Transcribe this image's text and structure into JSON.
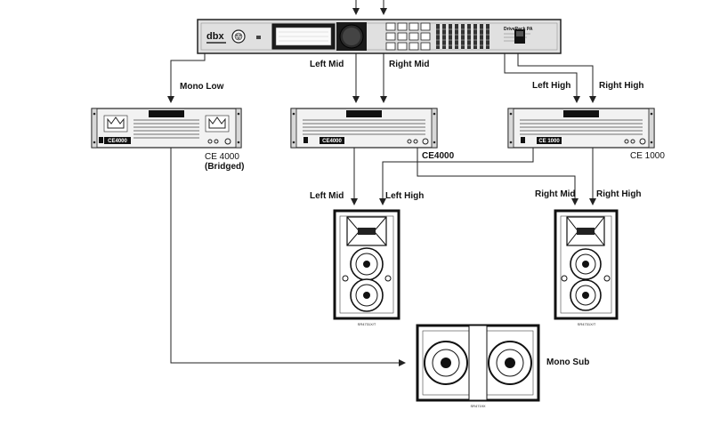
{
  "processor": {
    "brand": "dbx",
    "product_name": "DriveRack PA"
  },
  "amplifiers": [
    {
      "model_badge": "CE4000",
      "caption": "CE 4000",
      "caption_note": "(Bridged)"
    },
    {
      "model_badge": "CE4000",
      "caption": "CE4000"
    },
    {
      "model_badge": "CE 1000",
      "caption": "CE 1000"
    }
  ],
  "speakers": [
    {
      "model_label": "SR4731X/T"
    },
    {
      "model_label": "SR4731X/T"
    }
  ],
  "subwoofer": {
    "model_label": "SR4719X",
    "caption": "Mono Sub"
  },
  "signal_labels": {
    "mono_low": "Mono Low",
    "left_mid_out": "Left Mid",
    "right_mid_out": "Right Mid",
    "left_high_out": "Left High",
    "right_high_out": "Right High",
    "left_mid_in": "Left Mid",
    "left_high_in": "Left High",
    "right_mid_in": "Right Mid",
    "right_high_in": "Right High"
  },
  "colors": {
    "line": "#222222",
    "panel": "#e0e0e0",
    "dark": "#1a1a1a",
    "background": "#ffffff"
  }
}
